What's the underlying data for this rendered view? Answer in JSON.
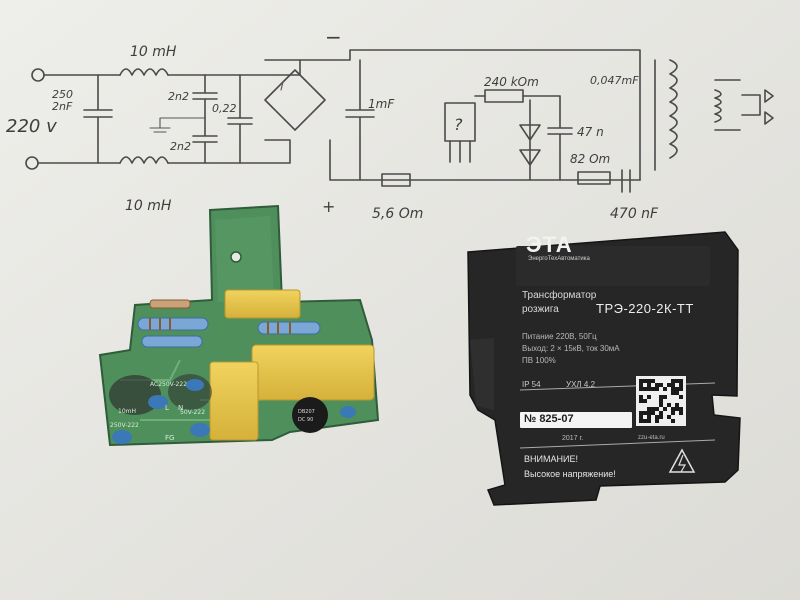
{
  "schematic": {
    "input_voltage": "220 v",
    "input_cap": "250\n2nF",
    "inductor_top": "10 mH",
    "inductor_bottom": "10 mH",
    "cap_a": "2n2",
    "cap_b": "2n2",
    "cap_c": "0,22",
    "bulk_cap": "1mF",
    "polarity_minus": "−",
    "polarity_plus": "+",
    "r_series": "5,6 Om",
    "r_feed": "240 kOm",
    "cap_mid": "47 n",
    "r_mid": "82 Om",
    "cap_out_top": "0,047mF",
    "cap_out": "470 nF",
    "unknown_device": "?"
  },
  "board": {
    "silk_cap_1": "AC250V-222",
    "silk_cap_2": "250V-222",
    "silk_cap_3": "50V-222",
    "silk_bridge": "DB207",
    "silk_bridge_2": "DC 90",
    "silk_fg": "FG",
    "silk_l": "L",
    "silk_n": "N",
    "silk_10mh": "10mH",
    "colors": {
      "pcb": "#4f8f5c",
      "capacitor": "#e3c24a",
      "blue_cap": "#3a78b8"
    }
  },
  "plate": {
    "brand_name": "ЭТА",
    "brand_sub": "ЭнергоТехАвтоматика",
    "product_line1": "Трансформатор",
    "product_line2": "розжига",
    "product_model": "ТРЭ-220-2К-ТТ",
    "spec_power": "Питание 220В, 50Гц",
    "spec_output": "Выход: 2 × 15кВ, ток 30мА",
    "spec_duty": "ПВ 100%",
    "ip_rating": "IP 54",
    "climate": "УХЛ 4.2",
    "serial": "№ 825-07",
    "year": "2017 г.",
    "website": "zzu-eta.ru",
    "warning_title": "ВНИМАНИЕ!",
    "warning_text": "Высокое напряжение!",
    "colors": {
      "plate": "#262626",
      "band": "#2b2b2b"
    }
  }
}
